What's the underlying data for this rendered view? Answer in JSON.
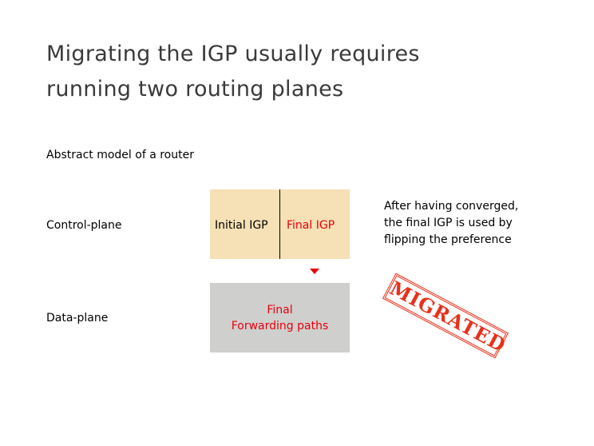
{
  "title": [
    "Migrating the IGP usually requires",
    "running two routing planes"
  ],
  "subtitle": "Abstract model of a router",
  "labels": {
    "control_plane": "Control-plane",
    "data_plane": "Data-plane"
  },
  "control": {
    "initial": "Initial IGP",
    "final": "Final IGP"
  },
  "data": {
    "line1": "Final",
    "line2": "Forwarding paths"
  },
  "note": [
    "After having converged,",
    "the final IGP is used by",
    "flipping the preference"
  ],
  "stamp": "MIGRATED",
  "colors": {
    "accent": "#e8000b",
    "control_bg": "#f6e0b5",
    "data_bg": "#cfcfcd"
  }
}
